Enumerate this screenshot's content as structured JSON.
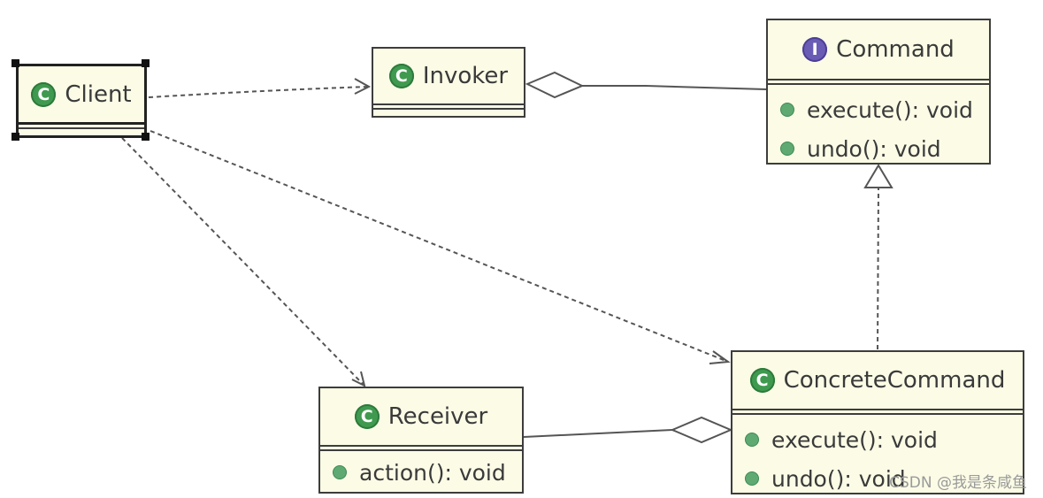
{
  "diagram": {
    "classes": {
      "client": {
        "name": "Client",
        "kind": "class",
        "badge": "C",
        "methods": []
      },
      "invoker": {
        "name": "Invoker",
        "kind": "class",
        "badge": "C",
        "methods": []
      },
      "command": {
        "name": "Command",
        "kind": "interface",
        "badge": "I",
        "methods": [
          "execute(): void",
          "undo(): void"
        ]
      },
      "receiver": {
        "name": "Receiver",
        "kind": "class",
        "badge": "C",
        "methods": [
          "action(): void"
        ]
      },
      "concrete_command": {
        "name": "ConcreteCommand",
        "kind": "class",
        "badge": "C",
        "methods": [
          "execute(): void",
          "undo(): void"
        ]
      }
    },
    "relations": [
      {
        "from": "Client",
        "to": "Invoker",
        "type": "dependency"
      },
      {
        "from": "Client",
        "to": "Receiver",
        "type": "dependency"
      },
      {
        "from": "Client",
        "to": "ConcreteCommand",
        "type": "dependency"
      },
      {
        "from": "Invoker",
        "to": "Command",
        "type": "aggregation"
      },
      {
        "from": "ConcreteCommand",
        "to": "Receiver",
        "type": "aggregation"
      },
      {
        "from": "ConcreteCommand",
        "to": "Command",
        "type": "realization"
      }
    ],
    "selected": "Client"
  },
  "colors": {
    "class_fill": "#fbfbe6",
    "border": "#3d3d3d",
    "class_badge": "#3f9a4f",
    "interface_badge": "#6a5bb5",
    "method_dot": "#5faa72",
    "line": "#555555"
  },
  "watermark": "CSDN @我是条咸鱼"
}
